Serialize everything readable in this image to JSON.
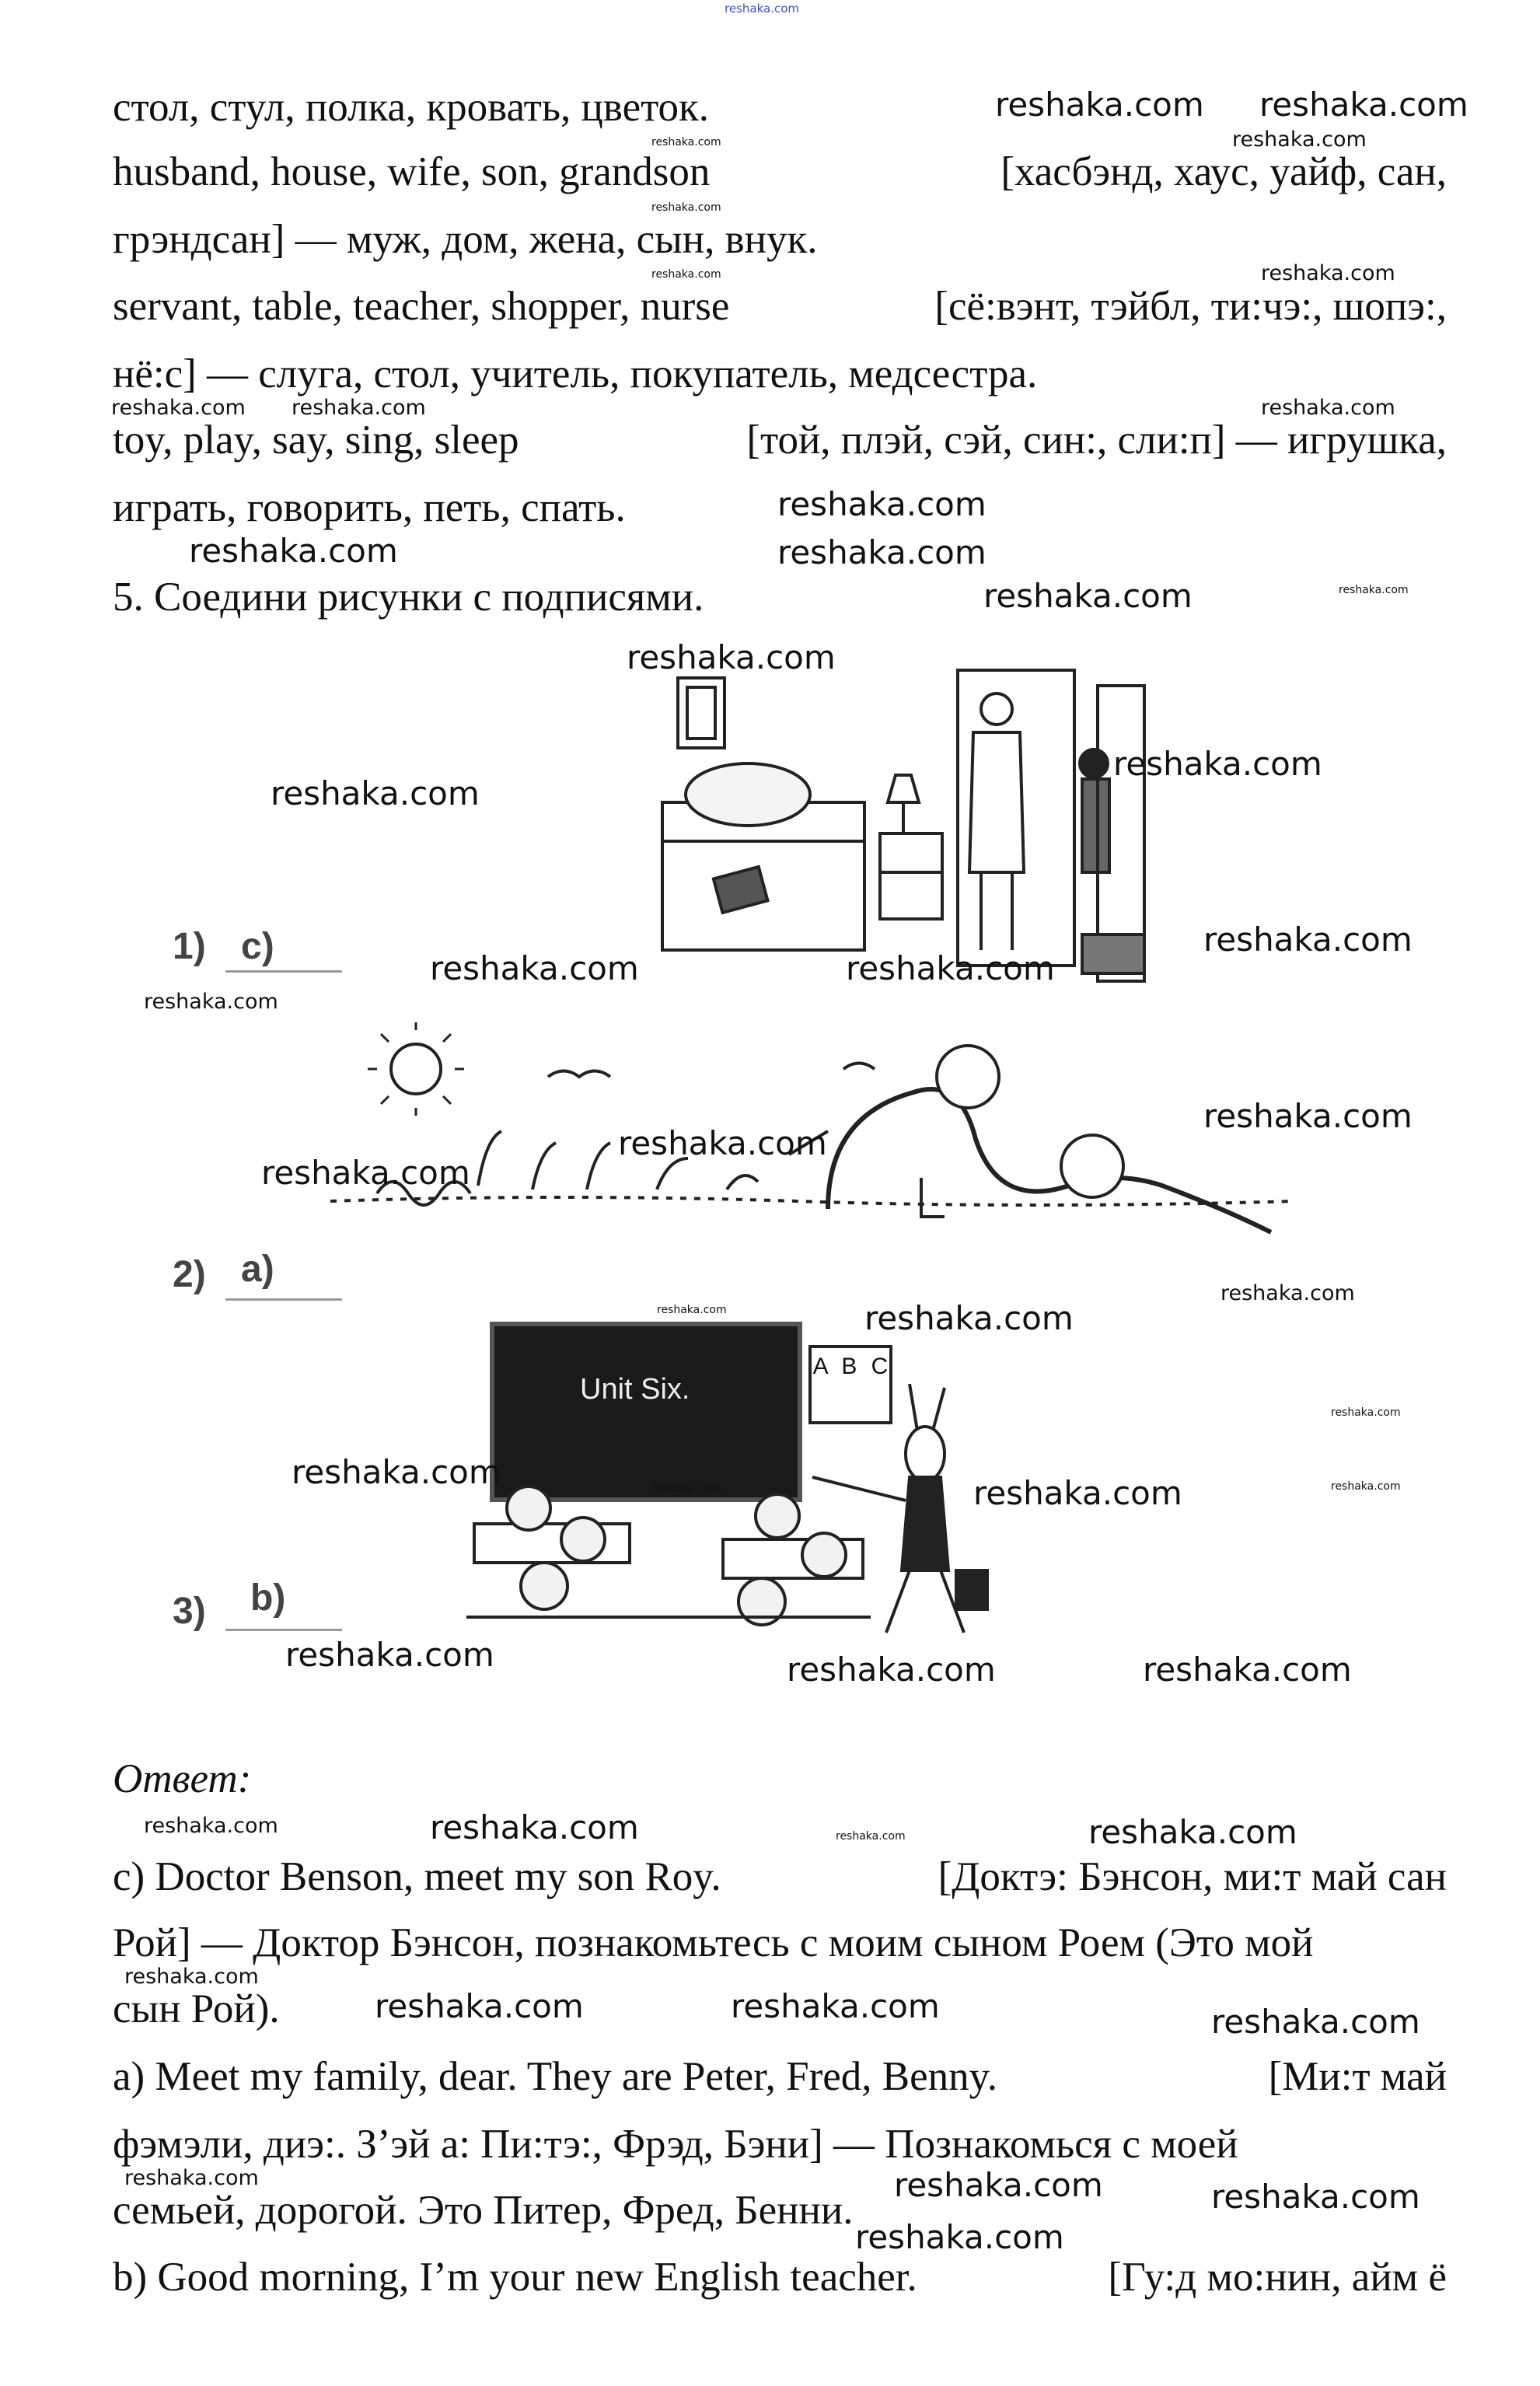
{
  "watermark": "reshaka.com",
  "vocab": {
    "line1": "стол, стул, полка, кровать, цветок.",
    "line2_en": "husband, house, wife, son, grandson",
    "line2_tr": "[хасбэнд, хаус, уайф, сан,",
    "line3": "грэндсан] — муж, дом, жена, сын, внук.",
    "line4_en": "servant, table, teacher, shopper, nurse",
    "line4_tr": "[сё:вэнт, тэйбл, ти:чэ:, шопэ:,",
    "line5": "нё:с] — слуга, стол, учитель, покупатель, медсестра.",
    "line6_en": "toy, play, say, sing, sleep",
    "line6_tr": "[той, плэй, сэй, син:, сли:п] — игрушка,",
    "line7": "играть, говорить, петь, спать."
  },
  "exercise": {
    "title": "5. Соедини рисунки с подписями.",
    "items": [
      {
        "number": "1)",
        "answer": "c)"
      },
      {
        "number": "2)",
        "answer": "a)"
      },
      {
        "number": "3)",
        "answer": "b)"
      }
    ],
    "blackboard_text": "Unit Six.",
    "chart_letters": "A B C"
  },
  "answer": {
    "heading": "Ответ:",
    "c_en": "c) Doctor Benson, meet my son Roy.",
    "c_tr1": "[Доктэ: Бэнсон, ми:т май сан",
    "c_tr2": "Рой] — Доктор Бэнсон, познакомьтесь с моим сыном Роем (Это мой",
    "c_tr3": "сын Рой).",
    "a_en": "a) Meet my family, dear. They are Peter, Fred, Benny.",
    "a_tr1": "[Ми:т май",
    "a_tr2": "фэмэли, диэ:. З’эй а: Пи:тэ:, Фрэд, Бэни] — Познакомься с моей",
    "a_tr3": "семьей, дорогой. Это Питер, Фред, Бенни.",
    "b_en": "b) Good morning, I’m your new English teacher.",
    "b_tr1": "[Гу:д мо:нин, айм ё"
  }
}
